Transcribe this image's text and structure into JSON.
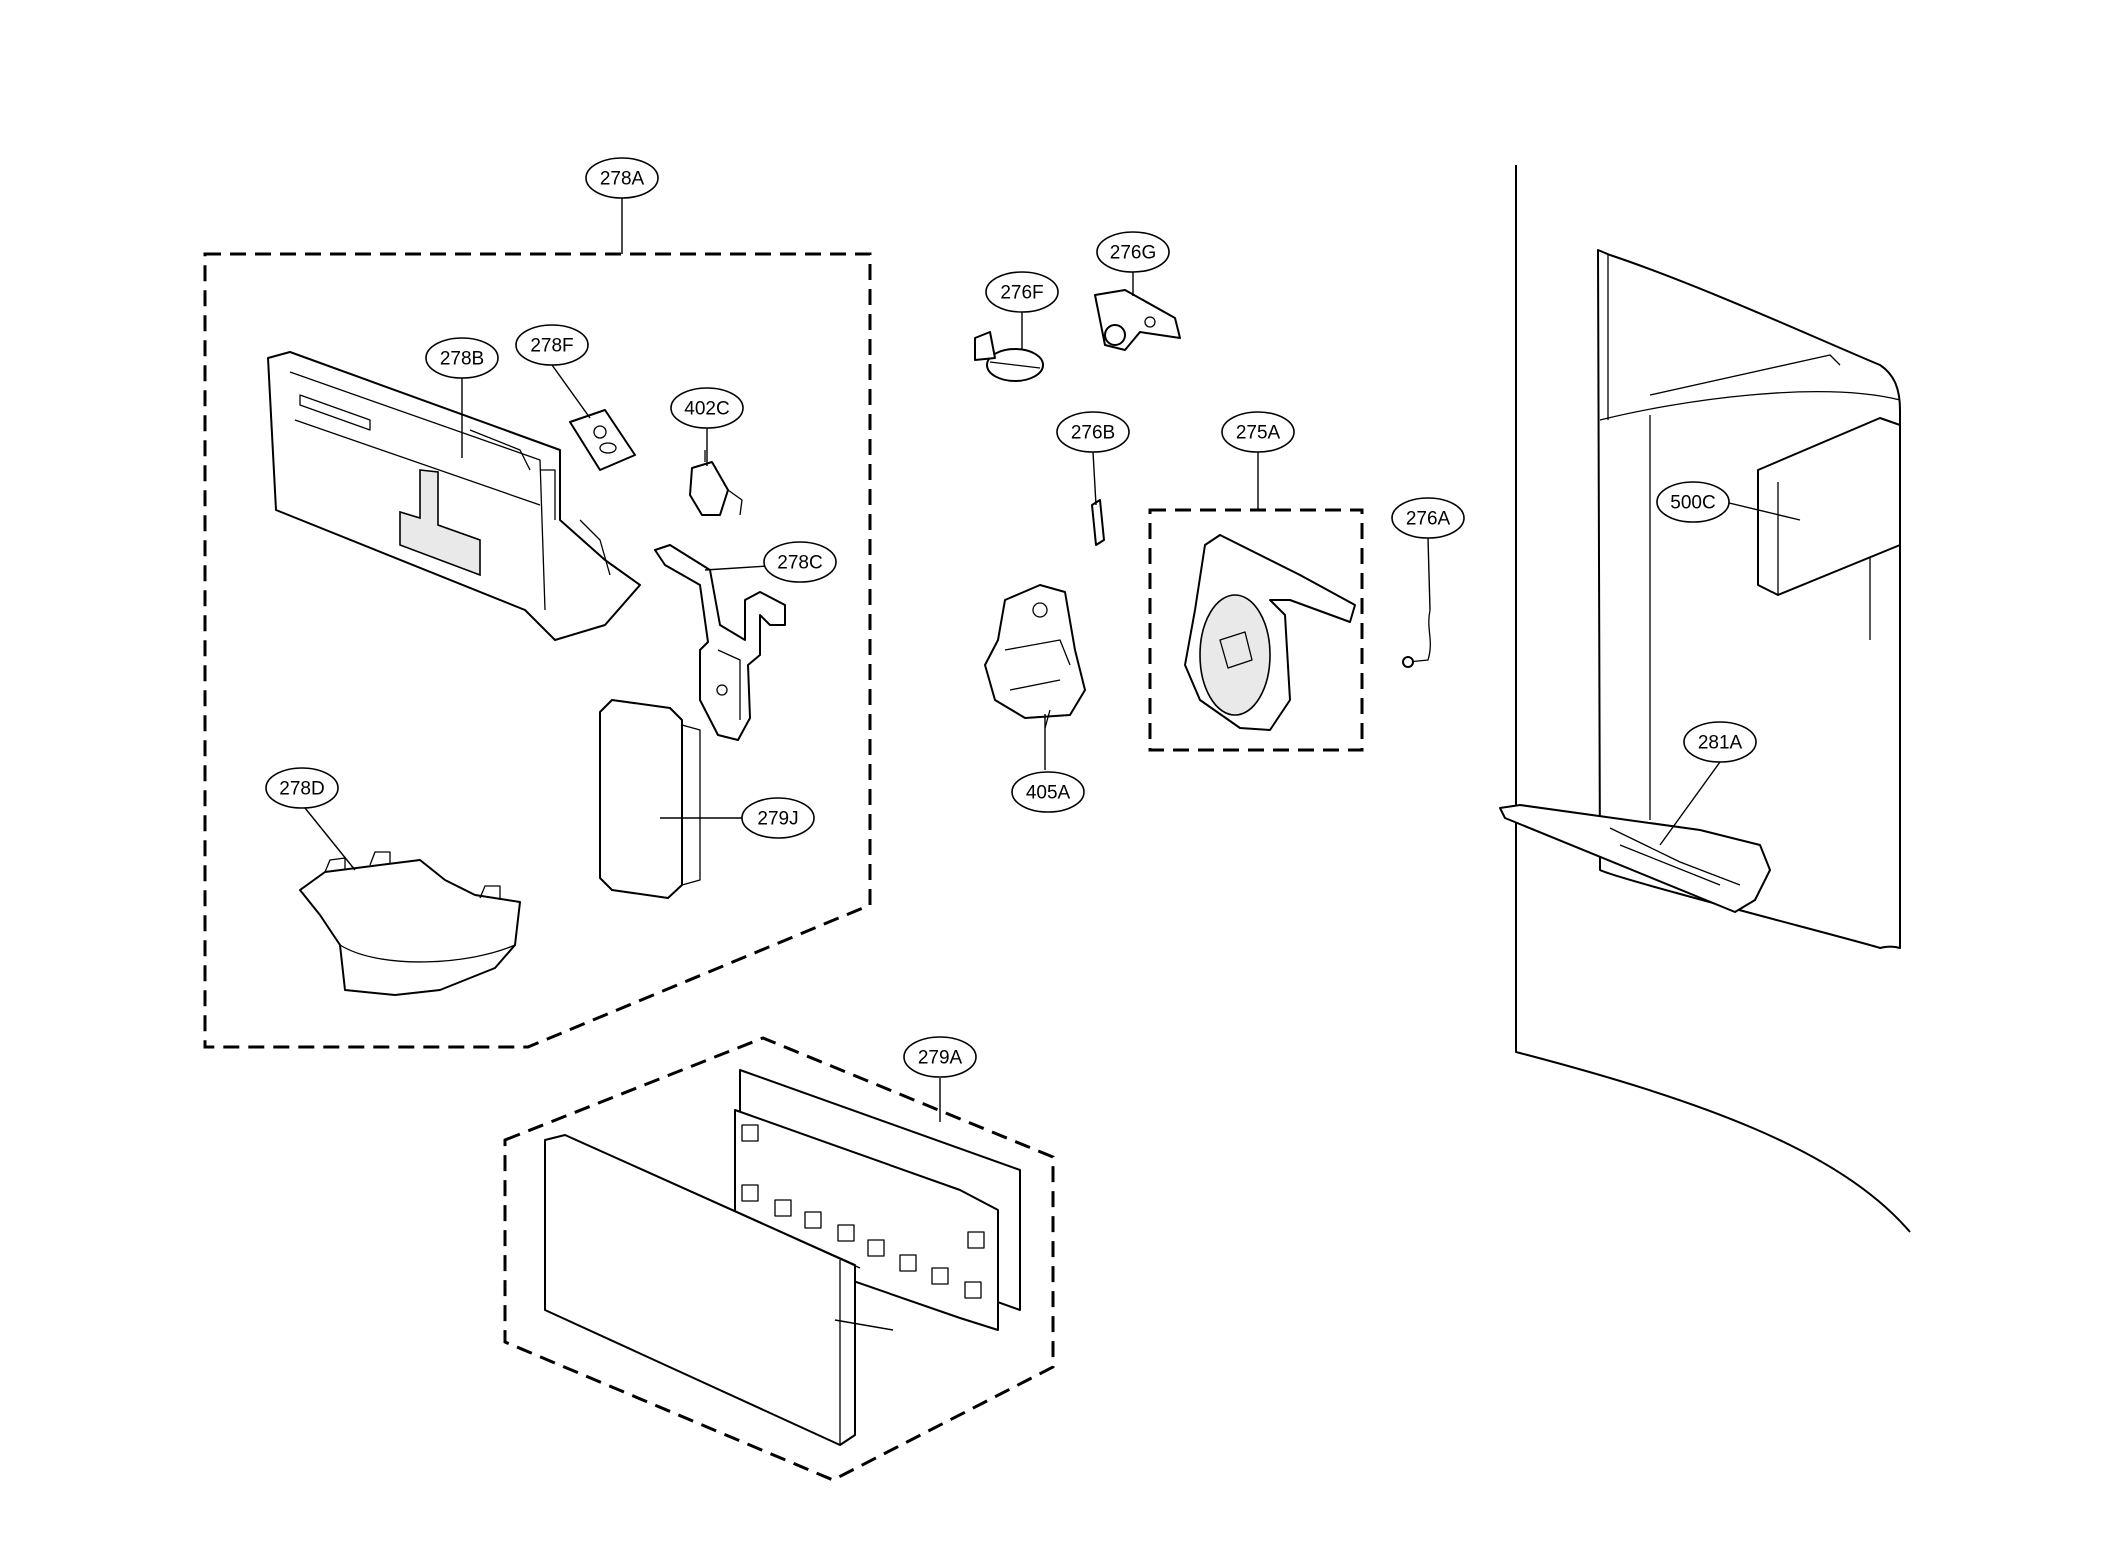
{
  "callouts": {
    "c278A": "278A",
    "c278B": "278B",
    "c278F": "278F",
    "c402C": "402C",
    "c278C": "278C",
    "c278D": "278D",
    "c279J": "279J",
    "c276F": "276F",
    "c276G": "276G",
    "c276B": "276B",
    "c275A": "275A",
    "c276A": "276A",
    "c405A": "405A",
    "c279A": "279A",
    "c500C": "500C",
    "c281A": "281A"
  }
}
